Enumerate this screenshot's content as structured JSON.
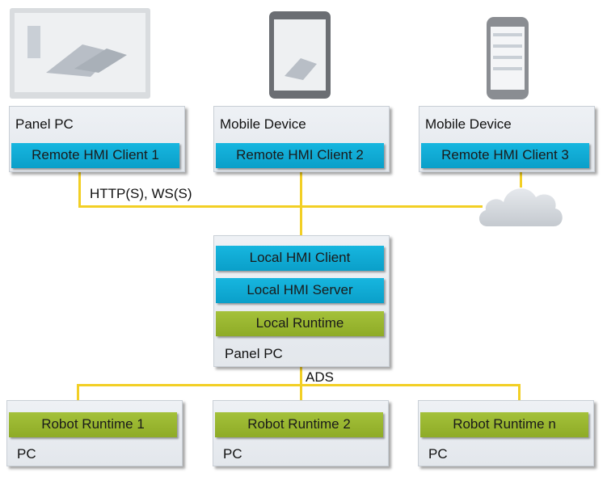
{
  "devices": {
    "panel_pc": {
      "title": "Panel PC",
      "client": "Remote HMI Client 1"
    },
    "mobile_device": {
      "title": "Mobile Device",
      "client": "Remote HMI Client 2"
    },
    "phone": {
      "title": "Mobile Device",
      "client": "Remote HMI Client 3"
    }
  },
  "protocol_label": "HTTP(S), WS(S)",
  "central": {
    "client": "Local HMI Client",
    "server": "Local HMI Server",
    "runtime": "Local Runtime",
    "title": "Panel PC"
  },
  "bus_label": "ADS",
  "robots": [
    {
      "runtime": "Robot Runtime 1",
      "title": "PC"
    },
    {
      "runtime": "Robot Runtime 2",
      "title": "PC"
    },
    {
      "runtime": "Robot Runtime n",
      "title": "PC"
    }
  ],
  "colors": {
    "hmi_blue": "#0aa7d3",
    "runtime_green": "#99b62f",
    "connector_yellow": "#f2cf25"
  }
}
